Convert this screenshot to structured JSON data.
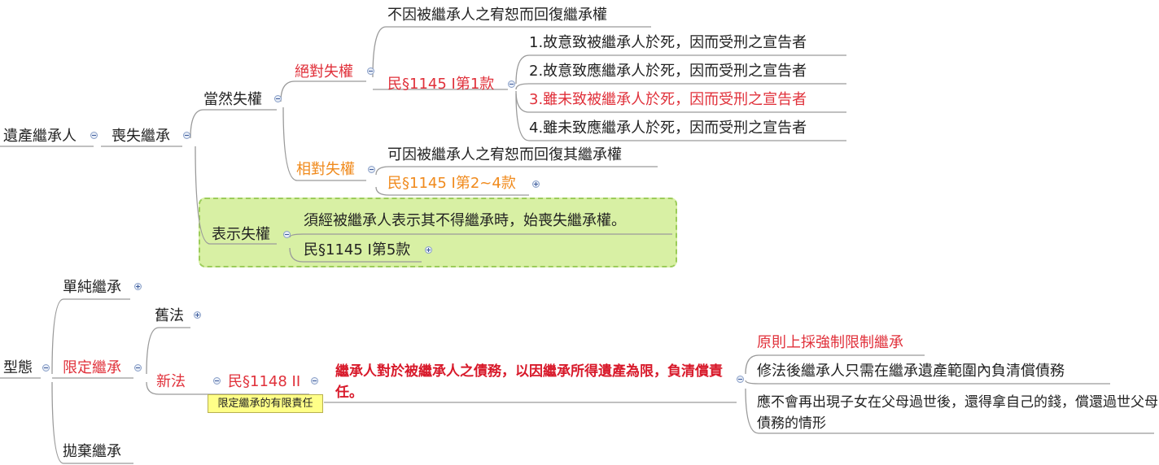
{
  "map": {
    "root": "遺產繼承人",
    "loss": "喪失繼承",
    "natural_loss": "當然失權",
    "absolute_loss": "絕對失權",
    "absolute_child_1": "不因被繼承人之宥恕而回復繼承權",
    "absolute_law": "民§1145 I第1款",
    "clauses": [
      "1.故意致被繼承人於死，因而受刑之宣告者",
      "2.故意致應繼承人於死，因而受刑之宣告者",
      "3.雖未致被繼承人於死，因而受刑之宣告者",
      "4.雖未致應繼承人於死，因而受刑之宣告者"
    ],
    "relative_loss": "相對失權",
    "relative_child_1": "可因被繼承人之宥恕而回復其繼承權",
    "relative_law": "民§1145 I第2~4款",
    "express_loss": "表示失權",
    "express_child_1": "須經被繼承人表示其不得繼承時，始喪失繼承權。",
    "express_law": "民§1145 I第5款",
    "types": "型態",
    "simple": "單純繼承",
    "limited": "限定繼承",
    "old_law": "舊法",
    "new_law": "新法",
    "law_1148": "民§1148 II",
    "note_1148": "限定繼承的有限責任",
    "liability": "繼承人對於被繼承人之債務，以因繼承所得遺產為限，負清償責任。",
    "principle": "原則上採強制限制繼承",
    "amended": "修法後繼承人只需在繼承遺產範圍內負清償債務",
    "no_pay": "應不會再出現子女在父母過世後，還得拿自己的錢，償還過世父母債務的情形",
    "renounce": "拋棄繼承"
  }
}
